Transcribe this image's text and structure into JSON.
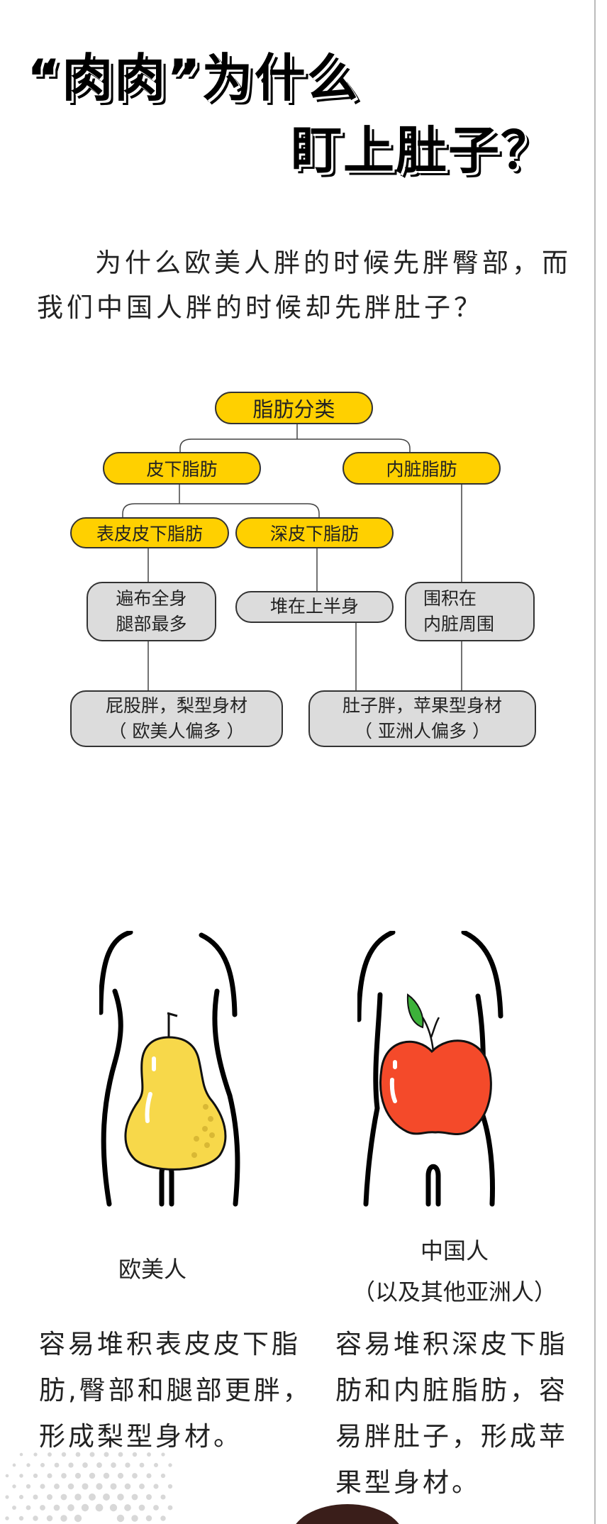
{
  "title": {
    "line1": "“肉肉”为什么",
    "line2": "盯上肚子？"
  },
  "intro": {
    "line1": "为什么欧美人胖的时候先胖臀部，而",
    "line2": "我们中国人胖的时候却先胖肚子？"
  },
  "tree": {
    "root": "脂肪分类",
    "subcutaneous": "皮下脂肪",
    "visceral": "内脏脂肪",
    "superficial": "表皮皮下脂肪",
    "deep": "深皮下脂肪",
    "superficial_desc": [
      "遍布全身",
      "腿部最多"
    ],
    "deep_desc": "堆在上半身",
    "visceral_desc": [
      "围积在",
      "内脏周围"
    ],
    "pear_result": [
      "屁股胖，梨型身材",
      "（ 欧美人偏多 ）"
    ],
    "apple_result": [
      "肚子胖，苹果型身材",
      "（ 亚洲人偏多 ）"
    ]
  },
  "figures": {
    "left_label": "欧美人",
    "right_label": [
      "中国人",
      "（以及其他亚洲人）"
    ],
    "pear_color": "#F7D84A",
    "apple_color": "#F44A2A",
    "leaf_color": "#3DB23A"
  },
  "columns": {
    "left": [
      "容易堆积表皮皮下脂",
      "肪,臀部和腿部更胖，",
      "形成梨型身材。"
    ],
    "right": [
      "容易堆积深皮下脂",
      "肪和内脏脂肪，容",
      "易胖肚子，形成苹",
      "果型身材。"
    ]
  },
  "colors": {
    "node_yellow": "#FFD000",
    "node_gray": "#DCDCDC"
  }
}
